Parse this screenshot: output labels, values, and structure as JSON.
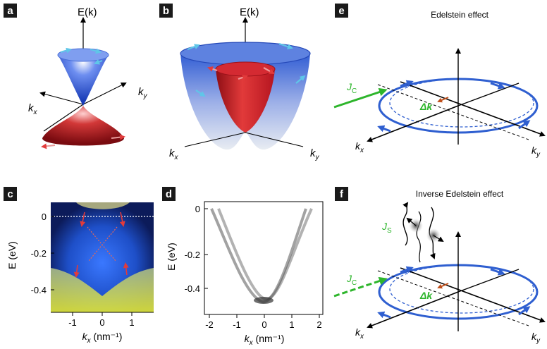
{
  "figure": {
    "panels": {
      "a": {
        "letter": "a",
        "energy_label": "E(k)",
        "kx": "k",
        "kx_sub": "x",
        "ky": "k",
        "ky_sub": "y"
      },
      "b": {
        "letter": "b",
        "energy_label": "E(k)",
        "kx": "k",
        "kx_sub": "x",
        "ky": "k",
        "ky_sub": "y"
      },
      "c": {
        "letter": "c",
        "ylabel": "E (eV)",
        "xlabel_main": "k",
        "xlabel_sub": "x",
        "xlabel_unit": " (nm⁻¹)",
        "yticks": [
          "0",
          "-0.2",
          "-0.4"
        ],
        "xticks": [
          "-1",
          "0",
          "1"
        ]
      },
      "d": {
        "letter": "d",
        "ylabel": "E (eV)",
        "xlabel_main": "k",
        "xlabel_sub": "x",
        "xlabel_unit": " (nm⁻¹)",
        "yticks": [
          "0",
          "-0.2",
          "-0.4"
        ],
        "xticks": [
          "-2",
          "-1",
          "0",
          "1",
          "2"
        ]
      },
      "e": {
        "letter": "e",
        "title": "Edelstein effect",
        "current": "J",
        "current_sub": "C",
        "delta_k": "Δk",
        "kx": "k",
        "kx_sub": "x",
        "ky": "k",
        "ky_sub": "y"
      },
      "f": {
        "letter": "f",
        "title": "Inverse Edelstein effect",
        "spin_current": "J",
        "spin_current_sub": "S",
        "current": "J",
        "current_sub": "C",
        "delta_k": "Δk",
        "kx": "k",
        "kx_sub": "x",
        "ky": "k",
        "ky_sub": "y"
      }
    },
    "colors": {
      "blue_band": "#2f5fd0",
      "red_band": "#c0161e",
      "green": "#2db52b",
      "orange": "#c0501c",
      "cyan_arrow": "#5fc6e8"
    }
  }
}
